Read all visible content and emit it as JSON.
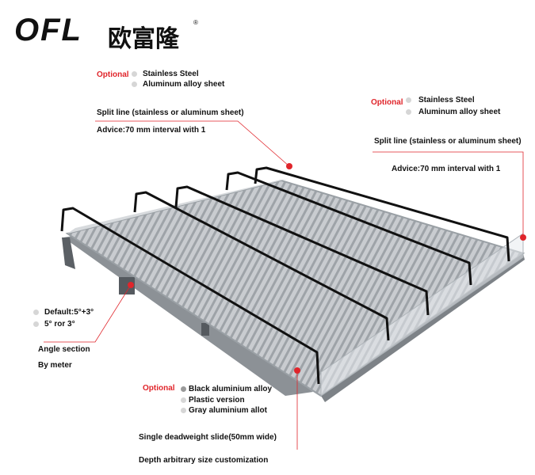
{
  "logo": {
    "text_en": "OFL",
    "text_cn": "欧富隆",
    "registered": "®"
  },
  "top_option": {
    "label": "Optional",
    "items": [
      "Stainless Steel",
      "Aluminum alloy sheet"
    ]
  },
  "split_line_left": {
    "title": "Split line (stainless or aluminum sheet)",
    "advice": "Advice:70 mm interval with 1"
  },
  "right_option": {
    "label": "Optional",
    "items": [
      "Stainless Steel",
      "Aluminum alloy sheet"
    ]
  },
  "split_line_right": {
    "title": "Split line (stainless or aluminum sheet)",
    "advice": "Advice:70 mm interval with 1"
  },
  "angle": {
    "items": [
      "Default:5°+3°",
      "5° ror 3°"
    ],
    "section": "Angle section",
    "by_meter": "By meter"
  },
  "bottom_option": {
    "label": "Optional",
    "items": [
      "Black aluminium alloy",
      "Plastic version",
      "Gray aluminium allot"
    ]
  },
  "slide": {
    "title": "Single deadweight slide(50mm wide)",
    "depth": "Depth arbitrary size customization"
  },
  "colors": {
    "accent": "#e0252b",
    "divider": "#111111",
    "tray": "#b8bcc0"
  }
}
